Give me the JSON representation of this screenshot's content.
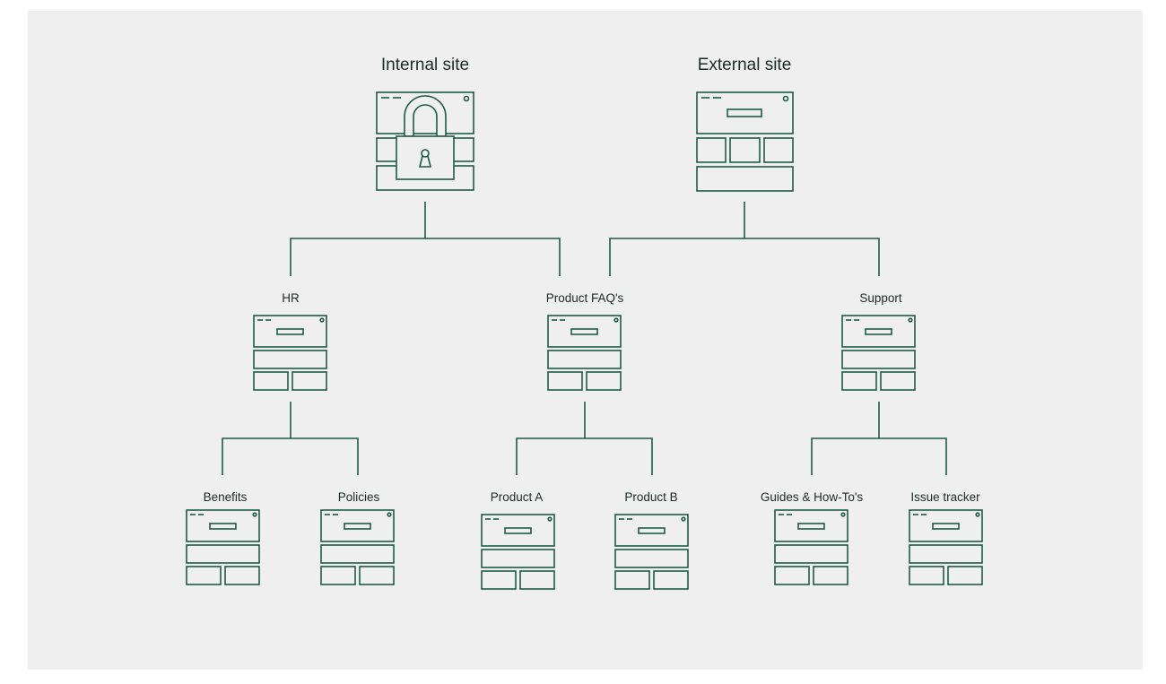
{
  "top_sites": [
    {
      "label": "Internal site",
      "locked": true,
      "icon": "locked-website-icon"
    },
    {
      "label": "External site",
      "locked": false,
      "icon": "website-icon"
    }
  ],
  "sections": [
    {
      "label": "HR",
      "icon": "website-icon"
    },
    {
      "label": "Product FAQ's",
      "icon": "website-icon"
    },
    {
      "label": "Support",
      "icon": "website-icon"
    }
  ],
  "pages": [
    {
      "label": "Benefits",
      "icon": "website-icon"
    },
    {
      "label": "Policies",
      "icon": "website-icon"
    },
    {
      "label": "Product A",
      "icon": "website-icon"
    },
    {
      "label": "Product B",
      "icon": "website-icon"
    },
    {
      "label": "Guides & How-To's",
      "icon": "website-icon"
    },
    {
      "label": "Issue tracker",
      "icon": "website-icon"
    }
  ],
  "colors": {
    "line": "#1e5a45",
    "background": "#efefef",
    "text": "#1f2a26"
  }
}
